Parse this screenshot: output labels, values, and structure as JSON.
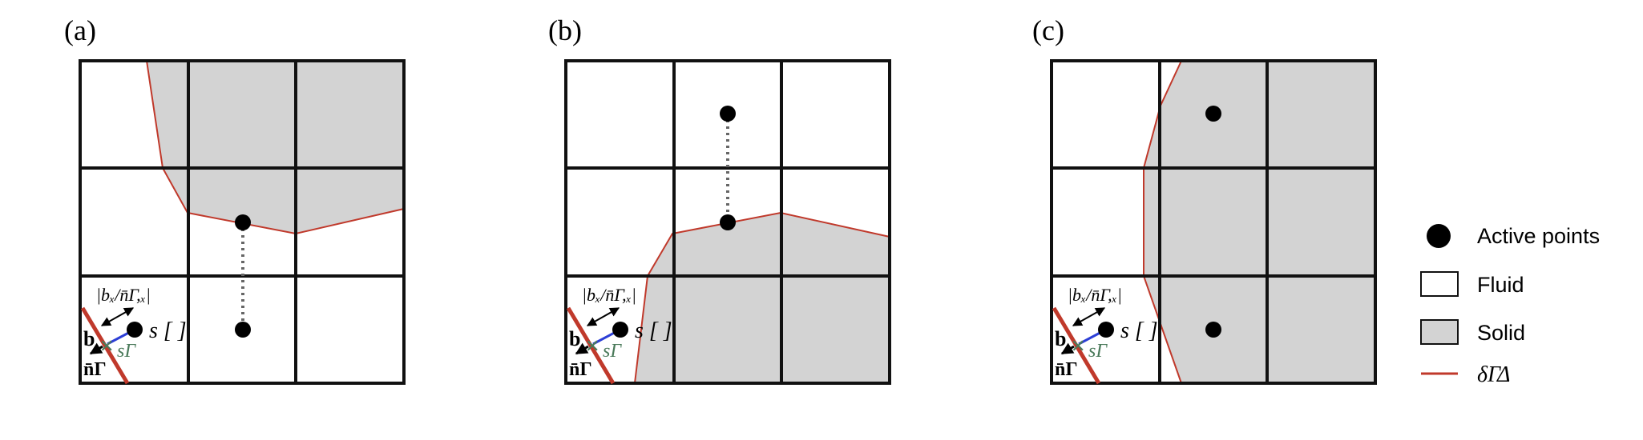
{
  "panels": [
    {
      "label": "(a)",
      "inset": {
        "distance_label": "|bₓ/n̄Γ,ₓ|",
        "s_label": "s [ ]",
        "b_label": "b",
        "n_label": "n̄Γ",
        "sgamma_label": "sΓ"
      }
    },
    {
      "label": "(b)",
      "inset": {
        "distance_label": "|bₓ/n̄Γ,ₓ|",
        "s_label": "s [ ]",
        "b_label": "b",
        "n_label": "n̄Γ",
        "sgamma_label": "sΓ"
      }
    },
    {
      "label": "(c)",
      "inset": {
        "distance_label": "|bₓ/n̄Γ,ₓ|",
        "s_label": "s [ ]",
        "b_label": "b",
        "n_label": "n̄Γ",
        "sgamma_label": "sΓ"
      }
    }
  ],
  "legend": {
    "active_points": "Active points",
    "fluid": "Fluid",
    "solid": "Solid",
    "interface": "δΓΔ"
  },
  "colors": {
    "solid_fill": "#d3d3d3",
    "interface": "#c0392b",
    "grid": "#111111",
    "normal_segment": "#2c3ed6",
    "s_gamma": "#4a7a5a",
    "dotted_link": "#666666"
  }
}
